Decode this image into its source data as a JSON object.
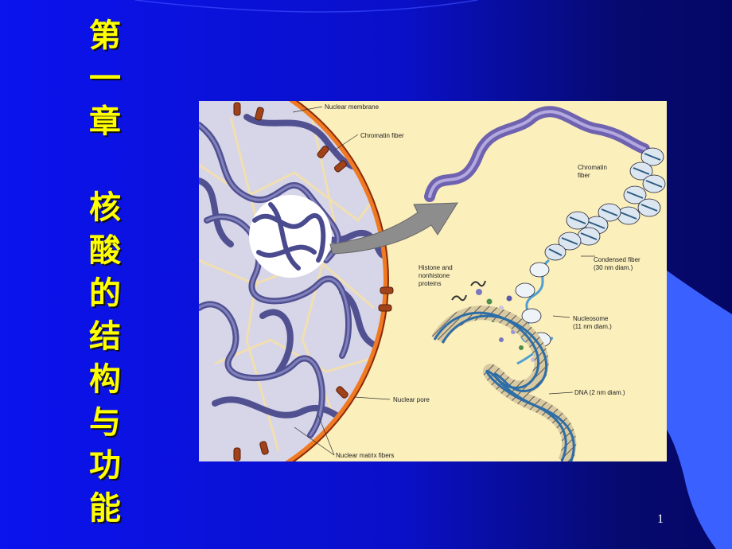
{
  "slide": {
    "title_chars": [
      "第",
      "一",
      "章",
      "核",
      "酸",
      "的",
      "结",
      "构",
      "与",
      "功",
      "能"
    ],
    "page_number": "1",
    "colors": {
      "background": "#0b13ee",
      "title": "#ffff00",
      "accent_band": "#3a61ff"
    }
  },
  "figure": {
    "labels": {
      "nuclear_membrane": "Nuclear membrane",
      "chromatin_fiber": "Chromatin fiber",
      "chromatin_fiber_right_1": "Chromatin",
      "chromatin_fiber_right_2": "fiber",
      "histone_1": "Histone and",
      "histone_2": "nonhistone",
      "histone_3": "proteins",
      "condensed_1": "Condensed fiber",
      "condensed_2": "(30 nm diam.)",
      "nucleosome_1": "Nucleosome",
      "nucleosome_2": "(11 nm diam.)",
      "nuclear_pore": "Nuclear pore",
      "dna": "DNA (2 nm diam.)",
      "nuclear_matrix": "Nuclear matrix fibers"
    }
  }
}
